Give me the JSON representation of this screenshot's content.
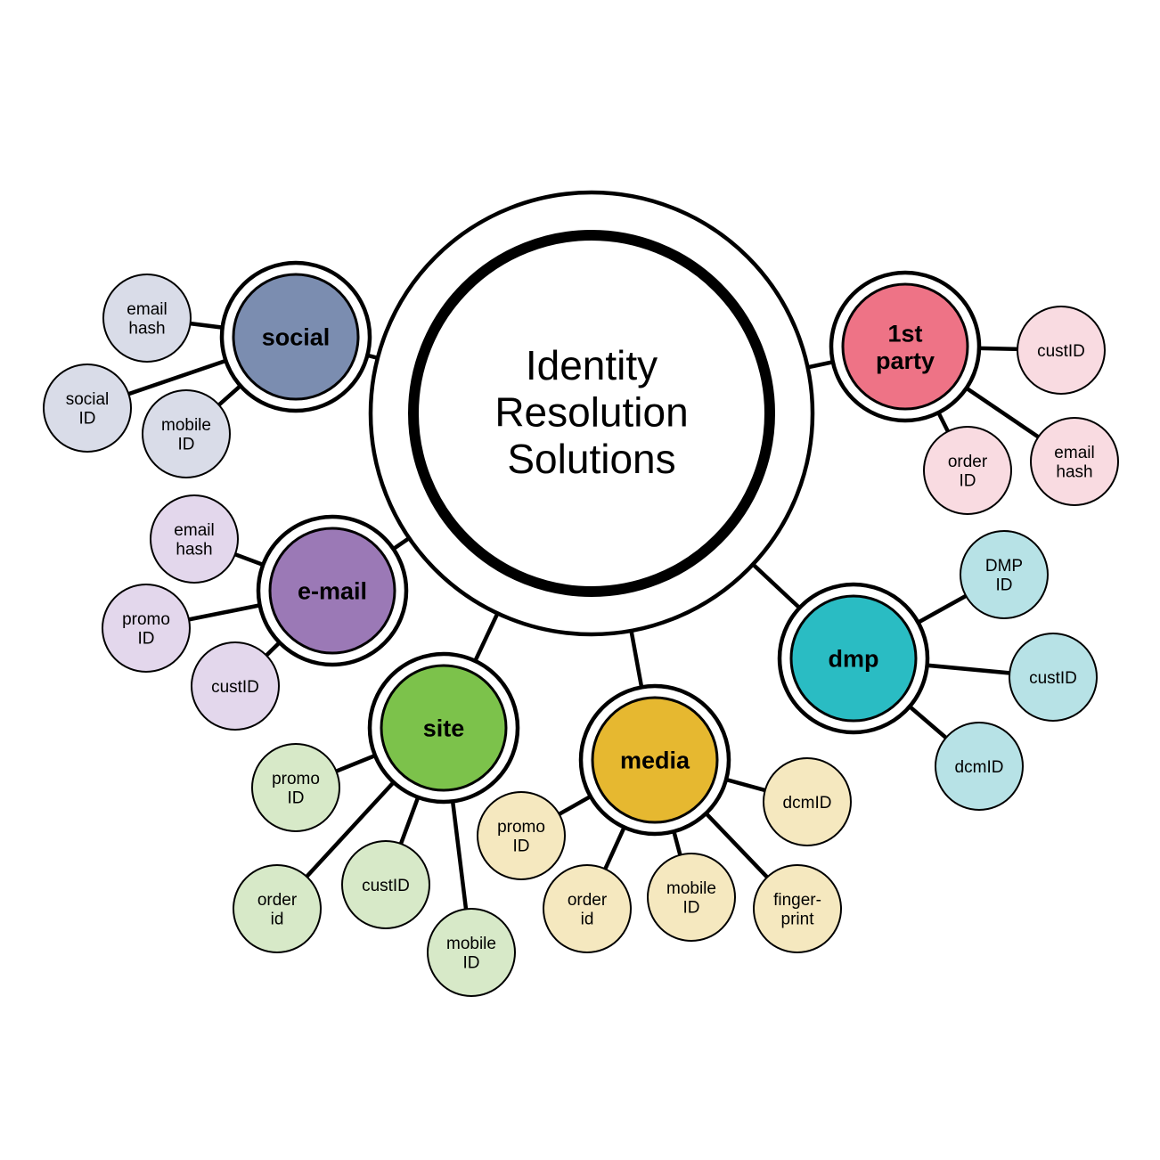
{
  "center": {
    "label": [
      "Identity",
      "Resolution",
      "Solutions"
    ]
  },
  "hubs": [
    {
      "id": "social",
      "label": [
        "social"
      ],
      "color": "#7b8db0",
      "leaf_color": "#d9dce8",
      "leaves": [
        {
          "id": "email-hash",
          "label": [
            "email",
            "hash"
          ]
        },
        {
          "id": "social-id",
          "label": [
            "social",
            "ID"
          ]
        },
        {
          "id": "mobile-id",
          "label": [
            "mobile",
            "ID"
          ]
        }
      ]
    },
    {
      "id": "1st-party",
      "label": [
        "1st",
        "party"
      ],
      "color": "#ee7386",
      "leaf_color": "#f9dbe1",
      "leaves": [
        {
          "id": "custid",
          "label": [
            "custID"
          ]
        },
        {
          "id": "email-hash",
          "label": [
            "email",
            "hash"
          ]
        },
        {
          "id": "order-id",
          "label": [
            "order",
            "ID"
          ]
        }
      ]
    },
    {
      "id": "e-mail",
      "label": [
        "e-mail"
      ],
      "color": "#9b79b6",
      "leaf_color": "#e3d7ec",
      "leaves": [
        {
          "id": "email-hash",
          "label": [
            "email",
            "hash"
          ]
        },
        {
          "id": "promo-id",
          "label": [
            "promo",
            "ID"
          ]
        },
        {
          "id": "custid",
          "label": [
            "custID"
          ]
        }
      ]
    },
    {
      "id": "dmp",
      "label": [
        "dmp"
      ],
      "color": "#2abcc3",
      "leaf_color": "#b7e2e6",
      "leaves": [
        {
          "id": "dmp-id",
          "label": [
            "DMP",
            "ID"
          ]
        },
        {
          "id": "custid",
          "label": [
            "custID"
          ]
        },
        {
          "id": "dcmid",
          "label": [
            "dcmID"
          ]
        }
      ]
    },
    {
      "id": "site",
      "label": [
        "site"
      ],
      "color": "#7cc24b",
      "leaf_color": "#d7e9c8",
      "leaves": [
        {
          "id": "promo-id",
          "label": [
            "promo",
            "ID"
          ]
        },
        {
          "id": "order-id",
          "label": [
            "order",
            "id"
          ]
        },
        {
          "id": "custid",
          "label": [
            "custID"
          ]
        },
        {
          "id": "mobile-id",
          "label": [
            "mobile",
            "ID"
          ]
        }
      ]
    },
    {
      "id": "media",
      "label": [
        "media"
      ],
      "color": "#e6b830",
      "leaf_color": "#f5e8bf",
      "leaves": [
        {
          "id": "promo-id",
          "label": [
            "promo",
            "ID"
          ]
        },
        {
          "id": "order-id",
          "label": [
            "order",
            "id"
          ]
        },
        {
          "id": "mobile-id",
          "label": [
            "mobile",
            "ID"
          ]
        },
        {
          "id": "fingerprint",
          "label": [
            "finger-",
            "print"
          ]
        },
        {
          "id": "dcmid",
          "label": [
            "dcmID"
          ]
        }
      ]
    }
  ]
}
